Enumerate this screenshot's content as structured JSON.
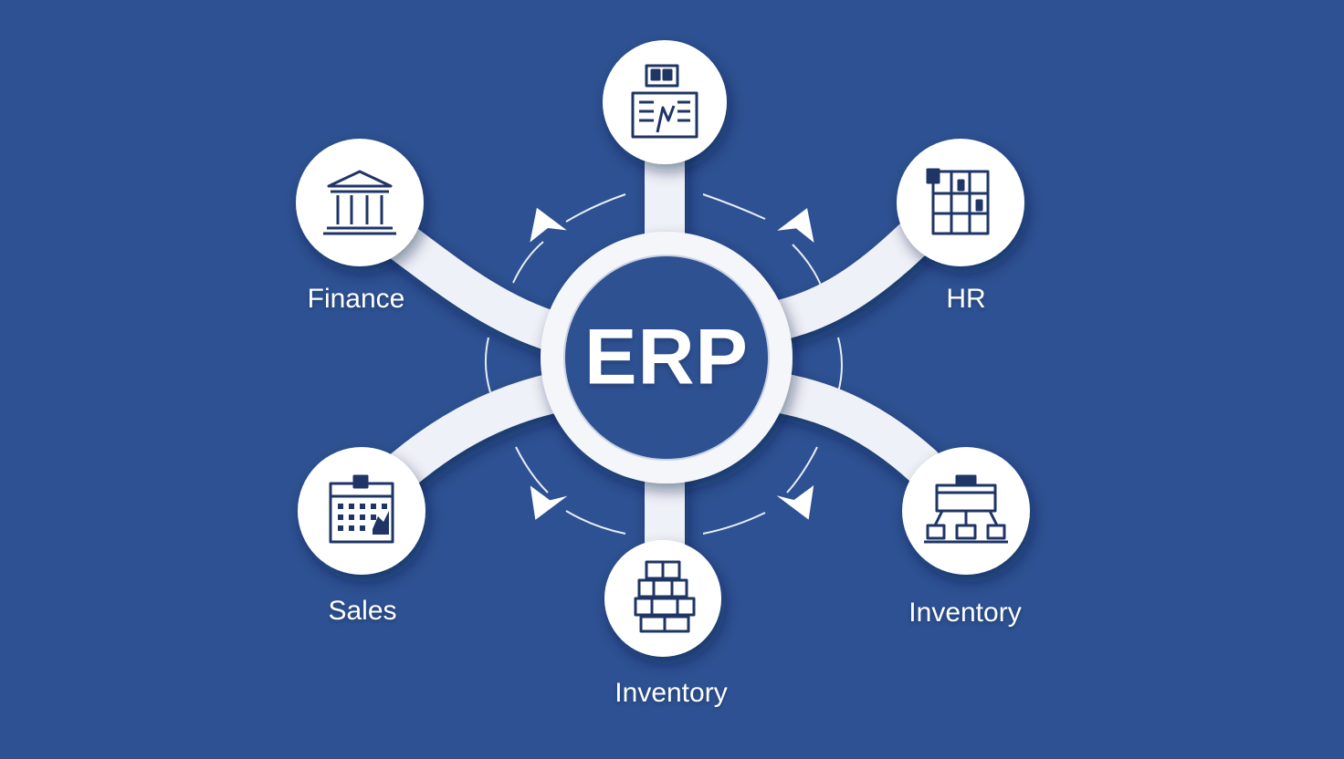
{
  "center": {
    "label": "ERP"
  },
  "modules": [
    {
      "id": "top",
      "label": "",
      "icon": "monitor-dashboard-icon"
    },
    {
      "id": "finance",
      "label": "Finance",
      "icon": "bank-building-icon"
    },
    {
      "id": "hr",
      "label": "HR",
      "icon": "filing-cabinet-icon"
    },
    {
      "id": "sales",
      "label": "Sales",
      "icon": "calendar-icon"
    },
    {
      "id": "inventory-bottom",
      "label": "Inventory",
      "icon": "stacked-boxes-icon"
    },
    {
      "id": "inventory-right",
      "label": "Inventory",
      "icon": "warehouse-network-icon"
    }
  ],
  "colors": {
    "background": "#2d5192",
    "node_fill": "#ffffff",
    "icon_stroke": "#1f3566",
    "connector": "#f2f4f8"
  }
}
